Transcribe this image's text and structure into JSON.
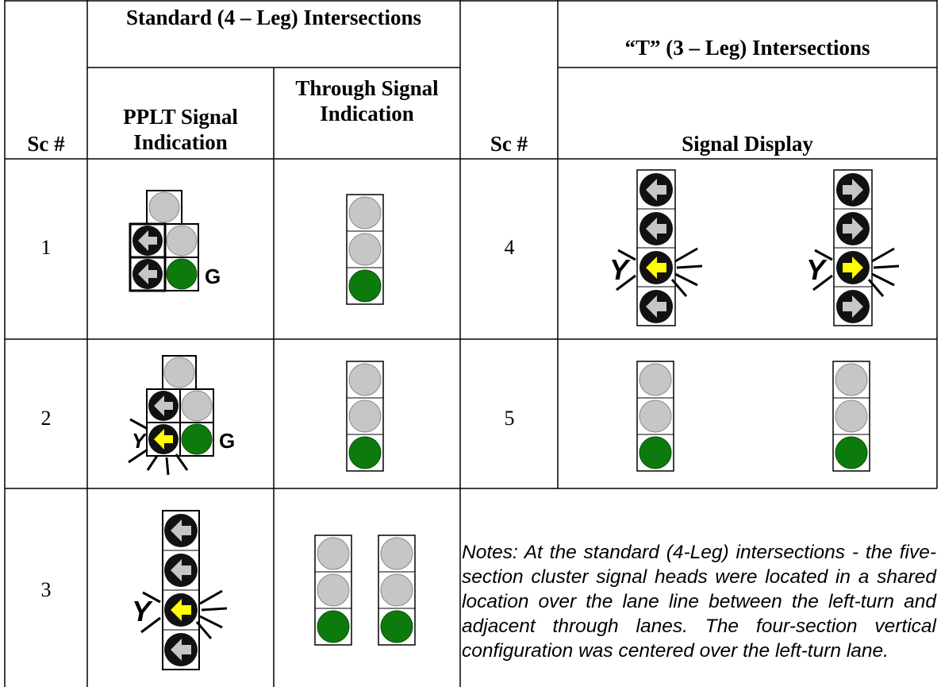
{
  "table": {
    "header": {
      "group_left": "Standard (4 – Leg) Intersections",
      "group_right": "“T” (3 – Leg) Intersections",
      "sc_left": "Sc #",
      "pplt": "PPLT Signal Indication",
      "through": "Through Signal Indication",
      "sc_right": "Sc #",
      "signal_display": "Signal Display"
    },
    "rows": [
      {
        "sc": "1",
        "sc_right": "4"
      },
      {
        "sc": "2",
        "sc_right": "5"
      },
      {
        "sc": "3"
      }
    ],
    "labels": {
      "green": "G",
      "yellow": "Y"
    },
    "notes": "Notes:    At the standard (4-Leg) intersections - the five-section cluster signal heads were located in a shared location over the lane line between the left-turn and adjacent through lanes.  The four-section vertical configuration was centered over the left-turn lane."
  },
  "colors": {
    "grey_lens": "#c6c6c6",
    "green_lens": "#0d7a0d",
    "yellow_arrow": "#ffff00",
    "grid": "#000000"
  }
}
